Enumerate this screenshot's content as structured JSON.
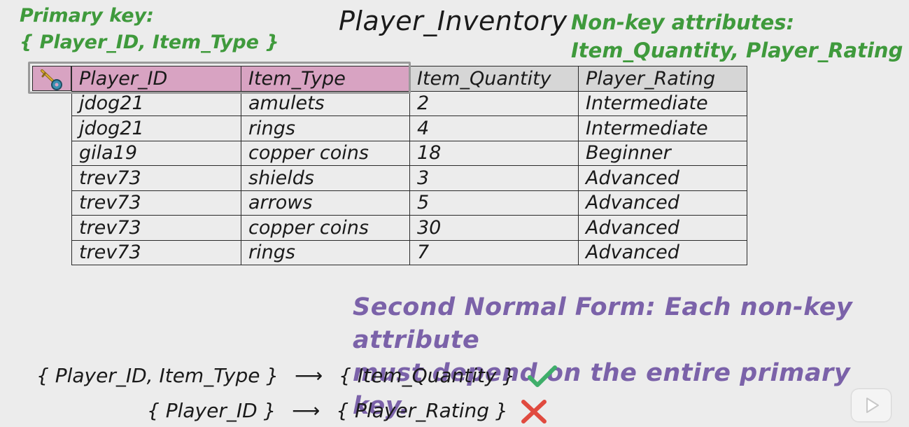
{
  "primary_key": {
    "heading": "Primary key:",
    "value": "{ Player_ID, Item_Type }"
  },
  "non_key": {
    "heading": "Non-key attributes:",
    "value": "Item_Quantity, Player_Rating"
  },
  "table": {
    "title": "Player_Inventory",
    "columns": [
      "Player_ID",
      "Item_Type",
      "Item_Quantity",
      "Player_Rating"
    ],
    "rows": [
      [
        "jdog21",
        "amulets",
        "2",
        "Intermediate"
      ],
      [
        "jdog21",
        "rings",
        "4",
        "Intermediate"
      ],
      [
        "gila19",
        "copper coins",
        "18",
        "Beginner"
      ],
      [
        "trev73",
        "shields",
        "3",
        "Advanced"
      ],
      [
        "trev73",
        "arrows",
        "5",
        "Advanced"
      ],
      [
        "trev73",
        "copper coins",
        "30",
        "Advanced"
      ],
      [
        "trev73",
        "rings",
        "7",
        "Advanced"
      ]
    ]
  },
  "rule": {
    "line1": "Second Normal Form: Each non-key attribute",
    "line2": "must depend on the entire primary key."
  },
  "dependencies": [
    {
      "lhs": "{ Player_ID, Item_Type }",
      "arrow": "⟶",
      "rhs": "{ Item_Quantity }",
      "valid": true,
      "mark_icon": "check-icon"
    },
    {
      "lhs": "{ Player_ID }",
      "arrow": "⟶",
      "rhs": "{ Player_Rating }",
      "valid": false,
      "mark_icon": "cross-icon"
    }
  ],
  "colors": {
    "green_text": "#3f9a3c",
    "purple_text": "#7b62a9",
    "pk_highlight": "#d8a3c2",
    "header_gray": "#d6d6d6",
    "check": "#3fae6a",
    "cross": "#e04a3f"
  }
}
